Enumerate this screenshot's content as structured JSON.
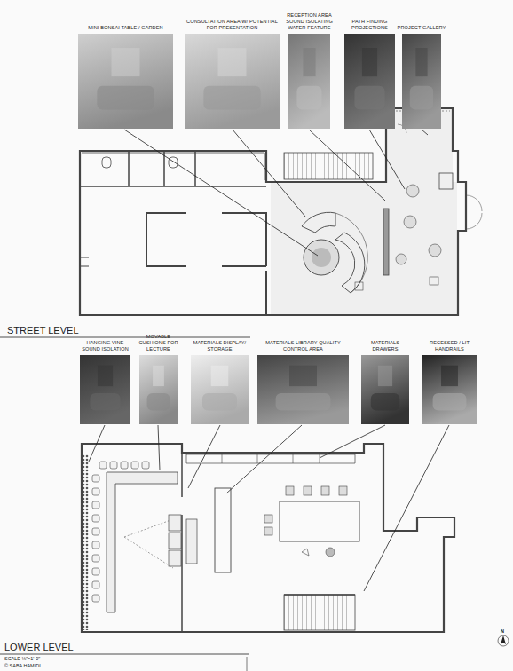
{
  "diagram": {
    "nodes": [
      {
        "text": [
          "MINI BONSAI TABLE / GARDEN"
        ]
      },
      {
        "text": [
          "CONSULTATION AREA W/ POTENTIAL FOR PRESENTATION"
        ]
      },
      {
        "text": [
          "RECEPTION AREA SOUND ISOLATING WATER FEATURE"
        ]
      },
      {
        "text": [
          "PATH FINDING PROJECTIONS"
        ]
      },
      {
        "text": [
          "PROJECT GALLERY"
        ]
      },
      {
        "text": [
          "HANGING VINE SOUND ISOLATION"
        ]
      },
      {
        "text": [
          "MOVABLE CUSHIONS FOR LECTURE"
        ]
      },
      {
        "text": [
          "MATERIALS DISPLAY/ STORAGE"
        ]
      },
      {
        "text": [
          "MATERIALS LIBRARY QUALITY CONTROL AREA"
        ]
      },
      {
        "text": [
          "MATERIALS DRAWERS"
        ]
      },
      {
        "text": [
          "RECESSED / LIT HANDRAILS"
        ]
      }
    ],
    "labels": [
      "STREET LEVEL",
      "LOWER LEVEL",
      "SCALE ⅛\"=1'-0\"",
      "© SABA HAMIDI",
      "N"
    ]
  }
}
